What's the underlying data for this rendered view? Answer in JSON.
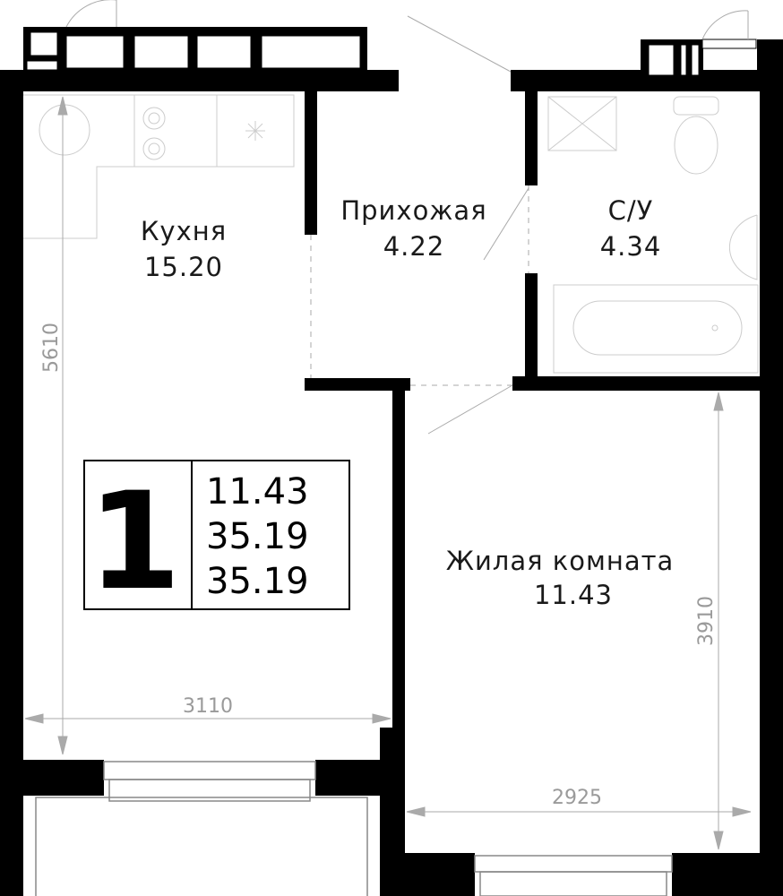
{
  "rooms": {
    "kitchen": {
      "name": "Кухня",
      "area": "15.20"
    },
    "hallway": {
      "name": "Прихожая",
      "area": "4.22"
    },
    "bathroom": {
      "name": "С/У",
      "area": "4.34"
    },
    "living": {
      "name": "Жилая комната",
      "area": "11.43"
    }
  },
  "dimensions": {
    "kitchen_width": "3110",
    "kitchen_height": "5610",
    "living_width": "2925",
    "living_height": "3910"
  },
  "summary": {
    "room_count": "1",
    "living_area": "11.43",
    "total_area": "35.19",
    "total_area_2": "35.19"
  },
  "colors": {
    "wall": "#000000",
    "fixture": "#c8c8c8",
    "dim_text": "#9a9a9a"
  }
}
